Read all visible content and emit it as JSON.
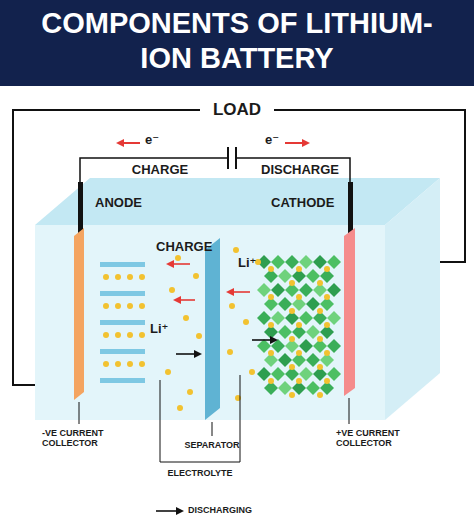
{
  "diagram": {
    "title": "COMPONENTS OF LITHIUM-ION BATTERY",
    "labels": [
      "LOAD",
      "e⁻",
      "CHARGE",
      "e⁻",
      "DISCHARGE",
      "ANODE",
      "CATHODE",
      "CHARGE",
      "Li⁺",
      "Li⁺",
      "-VE CURRENT COLLECTOR",
      "SEPARATOR",
      "+VE CURRENT COLLECTOR",
      "ELECTROLYTE"
    ],
    "legend": [
      {
        "text": "DISCHARGING"
      }
    ]
  }
}
